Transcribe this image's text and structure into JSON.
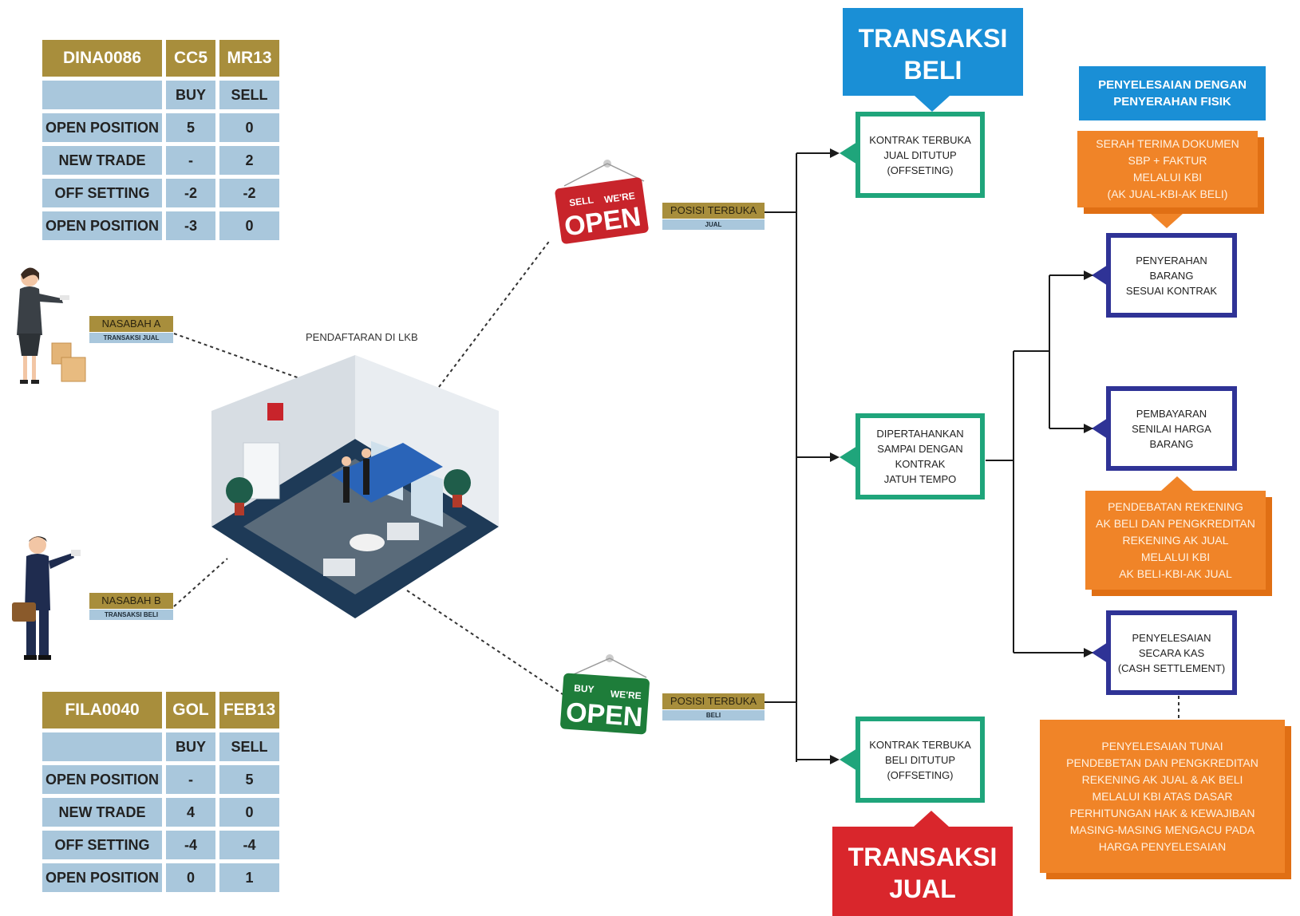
{
  "table_a": {
    "header": [
      "DINA0086",
      "CC5",
      "MR13"
    ],
    "rows": [
      [
        "",
        "BUY",
        "SELL"
      ],
      [
        "OPEN POSITION",
        "5",
        "0"
      ],
      [
        "NEW TRADE",
        "-",
        "2"
      ],
      [
        "OFF SETTING",
        "-2",
        "-2"
      ],
      [
        "OPEN POSITION",
        "-3",
        "0"
      ]
    ]
  },
  "table_b": {
    "header": [
      "FILA0040",
      "GOL",
      "FEB13"
    ],
    "rows": [
      [
        "",
        "BUY",
        "SELL"
      ],
      [
        "OPEN POSITION",
        "-",
        "5"
      ],
      [
        "NEW TRADE",
        "4",
        "0"
      ],
      [
        "OFF SETTING",
        "-4",
        "-4"
      ],
      [
        "OPEN POSITION",
        "0",
        "1"
      ]
    ]
  },
  "nasabah_a": {
    "label": "NASABAH A",
    "sub": "TRANSAKSI JUAL"
  },
  "nasabah_b": {
    "label": "NASABAH B",
    "sub": "TRANSAKSI BELI"
  },
  "center_label": "PENDAFTARAN DI LKB",
  "sign_sell": {
    "corner": "SELL",
    "were": "WE'RE",
    "open": "OPEN",
    "color": "#c8242b"
  },
  "sign_buy": {
    "corner": "BUY",
    "were": "WE'RE",
    "open": "OPEN",
    "color": "#1e7d3a"
  },
  "posisi_jual": {
    "label": "POSISI TERBUKA",
    "sub": "JUAL"
  },
  "posisi_beli": {
    "label": "POSISI TERBUKA",
    "sub": "BELI"
  },
  "transaksi_beli": {
    "line1": "TRANSAKSI",
    "line2": "BELI",
    "color": "#1a8fd6"
  },
  "transaksi_jual": {
    "line1": "TRANSAKSI",
    "line2": "JUAL",
    "color": "#d9262c"
  },
  "green_boxes": [
    "KONTRAK TERBUKA\nJUAL DITUTUP\n(OFFSETING)",
    "DIPERTAHANKAN\nSAMPAI DENGAN\nKONTRAK\nJATUH TEMPO",
    "KONTRAK TERBUKA\nBELI DITUTUP\n(OFFSETING)"
  ],
  "purple_boxes": [
    "PENYERAHAN\nBARANG\nSESUAI KONTRAK",
    "PEMBAYARAN\nSENILAI HARGA\nBARANG",
    "PENYELESAIAN\nSECARA KAS\n(CASH SETTLEMENT)"
  ],
  "penyelesaian_fisik": "PENYELESAIAN DENGAN\nPENYERAHAN FISIK",
  "orange_boxes": [
    "SERAH TERIMA DOKUMEN\nSBP + FAKTUR\nMELALUI KBI\n(AK JUAL-KBI-AK BELI)",
    "PENDEBATAN REKENING\nAK BELI DAN PENGKREDITAN\nREKENING AK JUAL\nMELALUI KBI\nAK BELI-KBI-AK JUAL",
    "PENYELESAIAN TUNAI\nPENDEBETAN DAN PENGKREDITAN\nREKENING AK JUAL & AK BELI\nMELALUI KBI ATAS DASAR\nPERHITUNGAN HAK & KEWAJIBAN\nMASING-MASING MENGACU PADA\nHARGA PENYELESAIAN"
  ]
}
